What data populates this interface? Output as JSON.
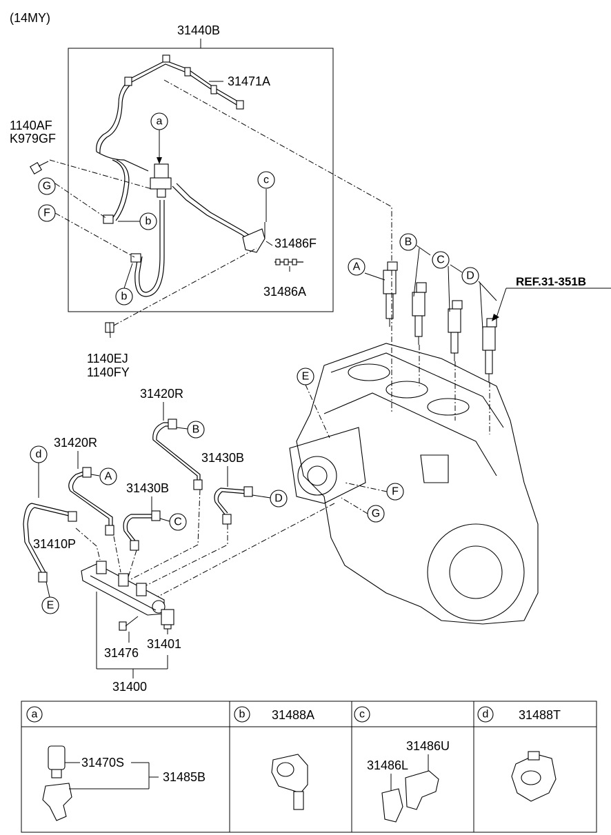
{
  "header": {
    "model_year": "(14MY)"
  },
  "parts": {
    "p31440B": "31440B",
    "p31471A": "31471A",
    "p1140AF": "1140AF",
    "pK979GF": "K979GF",
    "p31486F": "31486F",
    "p31486A": "31486A",
    "p1140EJ": "1140EJ",
    "p1140FY": "1140FY",
    "ref": "REF.31-351B",
    "p31420R_b": "31420R",
    "p31420R_a": "31420R",
    "p31430B_d": "31430B",
    "p31430B_c": "31430B",
    "p31410P": "31410P",
    "p31476": "31476",
    "p31401": "31401",
    "p31400": "31400"
  },
  "callouts": {
    "a": "a",
    "b": "b",
    "c": "c",
    "d": "d",
    "A": "A",
    "B": "B",
    "C": "C",
    "D": "D",
    "E": "E",
    "F": "F",
    "G": "G"
  },
  "detail_table": {
    "cells": [
      {
        "letter": "a",
        "part": "",
        "items": [
          "31470S",
          "31485B"
        ]
      },
      {
        "letter": "b",
        "part": "31488A",
        "items": []
      },
      {
        "letter": "c",
        "part": "",
        "items": [
          "31486U",
          "31486L"
        ]
      },
      {
        "letter": "d",
        "part": "31488T",
        "items": []
      }
    ]
  }
}
